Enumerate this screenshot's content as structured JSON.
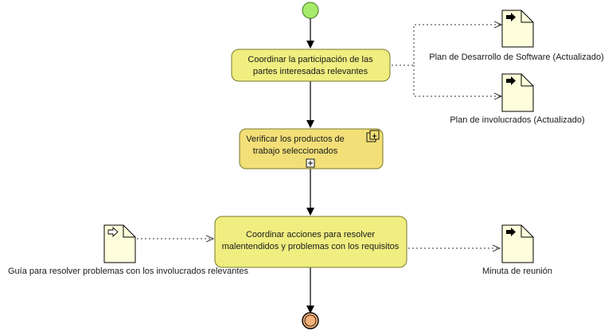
{
  "diagram": {
    "colors": {
      "task_fill": "#f0ee80",
      "subprocess_fill": "#f2df78",
      "task_stroke": "#7a7a2a",
      "start_fill": "#a6ec6a",
      "end_fill": "#f6b27a",
      "document_fill": "#fefedc",
      "edge": "#000000",
      "association": "#333333"
    },
    "tasks": {
      "coordinar_participacion": {
        "lines": [
          "Coordinar la participación de las",
          "partes interesadas relevantes"
        ]
      },
      "verificar_productos": {
        "lines": [
          "Verificar los productos de",
          "trabajo seleccionados"
        ]
      },
      "coordinar_acciones": {
        "lines": [
          "Coordinar acciones para resolver",
          "malentendidos y problemas con los requisitos"
        ]
      }
    },
    "documents": {
      "plan_desarrollo": {
        "label": "Plan de Desarrollo de Software (Actualizado)",
        "direction": "output"
      },
      "plan_involucrados": {
        "label": "Plan de involucrados (Actualizado)",
        "direction": "output"
      },
      "guia_resolver": {
        "label": "Guía para resolver problemas con los involucrados relevantes",
        "direction": "input"
      },
      "minuta_reunion": {
        "label": "Minuta de reunión",
        "direction": "output"
      }
    }
  }
}
